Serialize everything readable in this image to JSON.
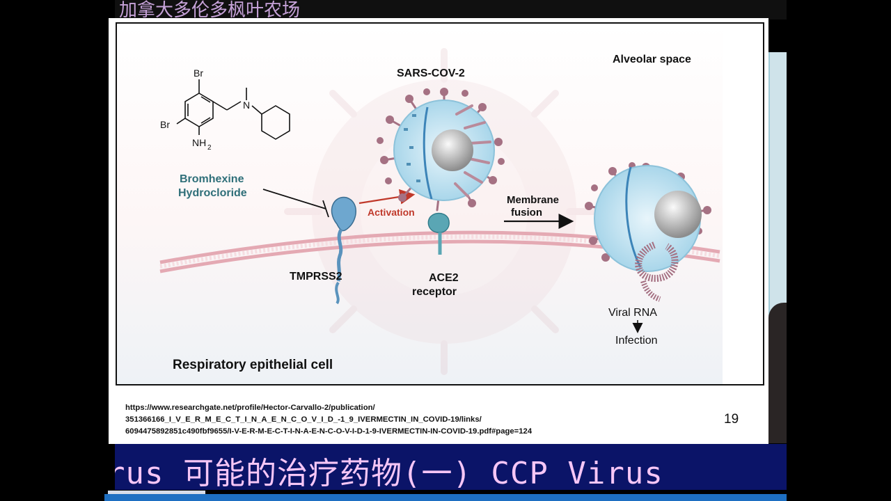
{
  "top_banner": {
    "text": "加拿大多伦多枫叶农场"
  },
  "diagram": {
    "compound_atoms": {
      "br_top": "Br",
      "br_left": "Br",
      "nh2": "NH",
      "nh2_sub": "2",
      "n": "N"
    },
    "drug_label_line1": "Bromhexine",
    "drug_label_line2": "Hydrocloride",
    "virus_label": "SARS-COV-2",
    "activation_label": "Activation",
    "tmprss2_label": "TMPRSS2",
    "ace2_label_line1": "ACE2",
    "ace2_label_line2": "receptor",
    "membrane_fusion_line1": "Membrane",
    "membrane_fusion_line2": "fusion",
    "alveolar_label": "Alveolar space",
    "viral_rna_label": "Viral RNA",
    "infection_label": "Infection",
    "cell_label": "Respiratory epithelial cell",
    "colors": {
      "teal_label": "#2f6f79",
      "activation_red": "#c0392b",
      "membrane_pink": "#e9b3bb",
      "virus_blue": "#bfe3f1",
      "spike_mauve": "#a57183"
    }
  },
  "citation": {
    "line1": "https://www.researchgate.net/profile/Hector-Carvallo-2/publication/",
    "line2": "351366166_I_V_E_R_M_E_C_T_I_N_A_E_N_C_O_V_I_D_-1_9_IVERMECTIN_IN_COVID-19/links/",
    "line3": "6094475892851c490fbf9655/I-V-E-R-M-E-C-T-I-N-A-E-N-C-O-V-I-D-1-9-IVERMECTIN-IN-COVID-19.pdf#page=124"
  },
  "page_number": "19",
  "bottom_ribbon": {
    "text": "rus 可能的治疗药物(一)   CCP Virus"
  }
}
